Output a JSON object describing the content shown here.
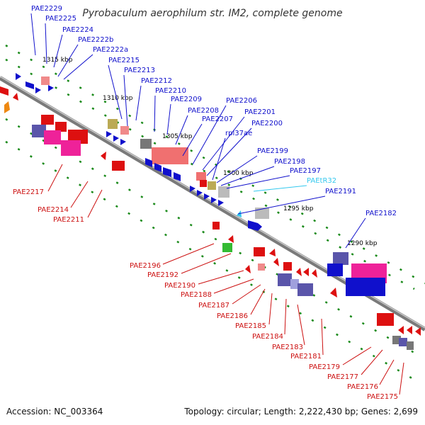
{
  "title": "Pyrobaculum aerophilum str. IM2, complete genome",
  "footer": {
    "accession": "Accession: NC_003364",
    "topology": "Topology: circular; Length: 2,222,430 bp; Genes: 2,699"
  },
  "colors": {
    "forward_gene": "#1010cc",
    "reverse_gene": "#cc1010",
    "trna": "#33c8ee",
    "backbone": "#8a8a8a",
    "tick": "#1a8a1a"
  },
  "kbp_markers": [
    "1315 kbp",
    "1310 kbp",
    "1305 kbp",
    "1300 kbp",
    "1295 kbp",
    "1290 kbp"
  ],
  "forward_labels": [
    "PAE2229",
    "PAE2225",
    "PAE2224",
    "PAE2222b",
    "PAE2222a",
    "PAE2215",
    "PAE2213",
    "PAE2212",
    "PAE2210",
    "PAE2209",
    "PAE2208",
    "PAE2207",
    "PAE2206",
    "PAE2201",
    "PAE2200",
    "rpl37ae",
    "PAE2199",
    "PAE2198",
    "PAE2197",
    "PAEtR32",
    "PAE2191",
    "PAE2182"
  ],
  "reverse_labels": [
    "PAE2217",
    "PAE2214",
    "PAE2211",
    "PAE2196",
    "PAE2192",
    "PAE2190",
    "PAE2188",
    "PAE2187",
    "PAE2186",
    "PAE2185",
    "PAE2184",
    "PAE2183",
    "PAE2181",
    "PAE2179",
    "PAE2177",
    "PAE2176",
    "PAE2175"
  ]
}
